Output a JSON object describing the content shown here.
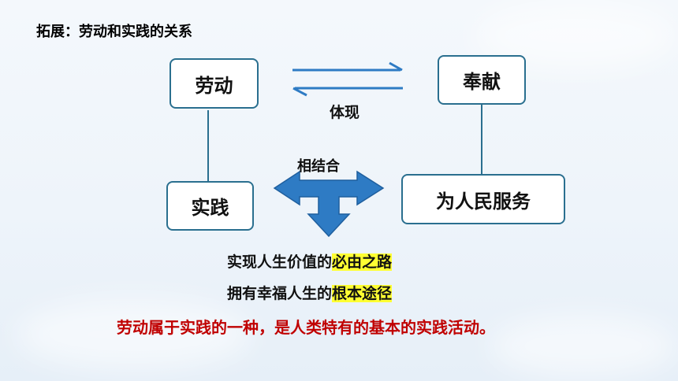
{
  "title": "拓展：劳动和实践的关系",
  "boxes": {
    "labor": "劳动",
    "dedication": "奉献",
    "practice": "实践",
    "serve_people": "为人民服务"
  },
  "labels": {
    "embody": "体现",
    "combine": "相结合"
  },
  "statements": [
    {
      "prefix": "实现人生价值的",
      "highlight": "必由之路"
    },
    {
      "prefix": "拥有幸福人生的",
      "highlight": "根本途径"
    }
  ],
  "conclusion": "劳动属于实践的一种，是人类特有的基本的实践活动。",
  "colors": {
    "box_border": "#2a6f8f",
    "arrow_blue": "#2e7bc4",
    "highlight": "#ffff33",
    "conclusion_red": "#c00000"
  }
}
